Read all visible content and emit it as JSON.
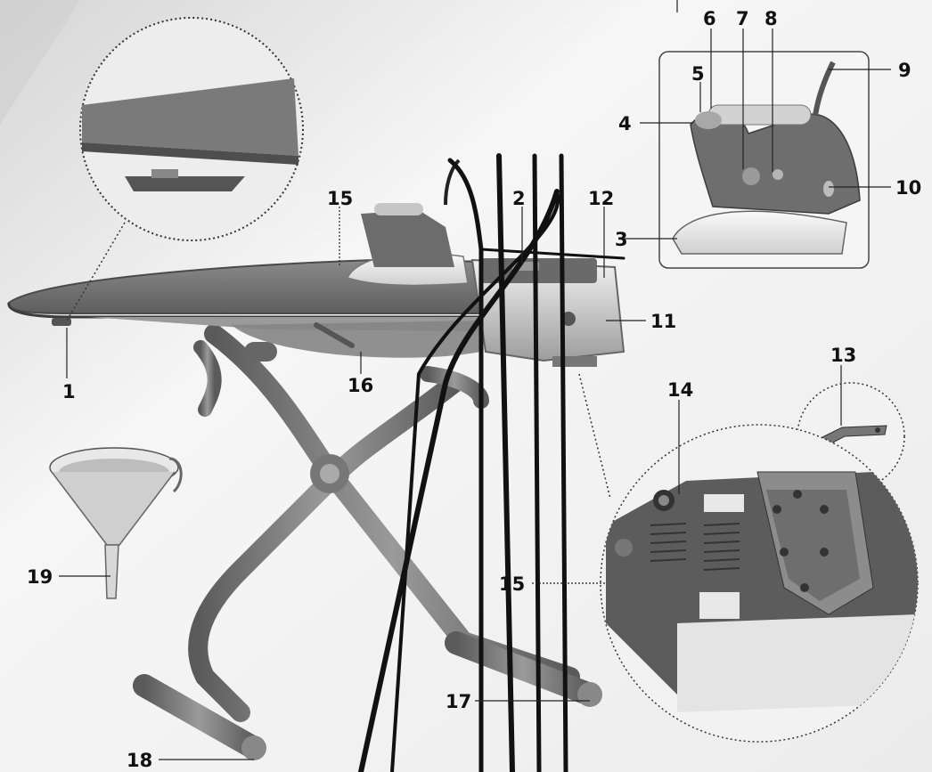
{
  "callouts": {
    "c1": "1",
    "c2": "2",
    "c3": "3",
    "c4": "4",
    "c5": "5",
    "c6": "6",
    "c7": "7",
    "c8": "8",
    "c9": "9",
    "c10": "10",
    "c11": "11",
    "c12": "12",
    "c13": "13",
    "c14": "14",
    "c15a": "15",
    "c15b": "15",
    "c16": "16",
    "c17": "17",
    "c18": "18",
    "c19": "19"
  },
  "colors": {
    "background_light": "#f4f4f4",
    "background_shade": "#d9d9d9",
    "board_dark": "#6e6e6e",
    "frame": "#777777",
    "soleplate": "#e6e6e6",
    "cable": "#111111"
  },
  "icons": [
    "iron-icon",
    "funnel-icon",
    "bracket-icon"
  ]
}
